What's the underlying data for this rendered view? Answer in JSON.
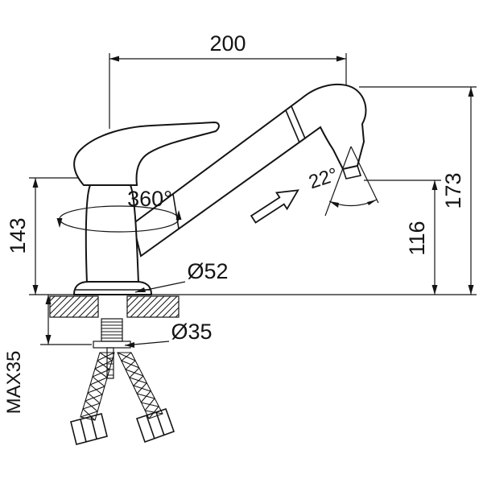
{
  "colors": {
    "ink": "#141414",
    "background": "#ffffff"
  },
  "drawing": {
    "dim_width": "200",
    "dim_total_height": "173",
    "dim_body_height": "143",
    "dim_spout_height": "116",
    "max_deck_thickness": "MAX35",
    "swivel_angle": "360°",
    "spray_tilt_angle": "22°",
    "base_diameter": "Ø52",
    "shank_diameter": "Ø35"
  }
}
